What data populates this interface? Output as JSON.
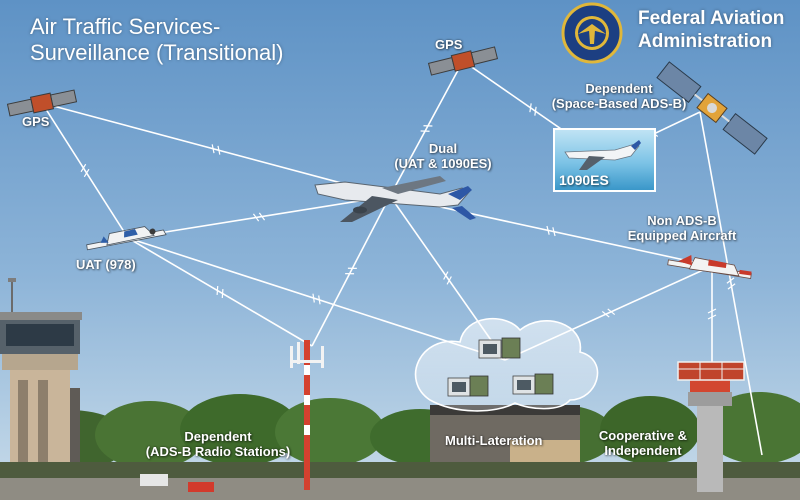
{
  "header": {
    "title_line1": "Air Traffic Services-",
    "title_line2": "Surveillance (Transitional)"
  },
  "agency": {
    "name_line1": "Federal Aviation",
    "name_line2": "Administration",
    "seal_icon": "faa-seal-icon"
  },
  "nodes": {
    "gps_left": {
      "label": "GPS",
      "icon": "gps-satellite-icon"
    },
    "gps_top": {
      "label": "GPS",
      "icon": "gps-satellite-icon"
    },
    "space_adsb": {
      "label_line1": "Dependent",
      "label_line2": "(Space-Based ADS-B)",
      "icon": "ads-b-satellite-icon"
    },
    "dual_aircraft": {
      "label_line1": "Dual",
      "label_line2": "(UAT & 1090ES)",
      "icon": "airliner-icon"
    },
    "es_aircraft": {
      "label": "1090ES",
      "icon": "airliner-photo-icon"
    },
    "uat_aircraft": {
      "label": "UAT (978)",
      "icon": "light-aircraft-icon"
    },
    "non_adsb_aircraft": {
      "label_line1": "Non ADS-B",
      "label_line2": "Equipped Aircraft",
      "icon": "light-aircraft-icon"
    },
    "radio_station": {
      "label_line1": "Dependent",
      "label_line2": "(ADS-B Radio Stations)",
      "icon": "radio-tower-icon"
    },
    "multilateration": {
      "label": "Multi-Lateration",
      "icon": "multilateration-cloud-icon"
    },
    "radar": {
      "label_line1": "Cooperative &",
      "label_line2": "Independent",
      "icon": "radar-tower-icon"
    }
  },
  "links": [
    [
      "gps_left",
      "dual_aircraft"
    ],
    [
      "gps_left",
      "uat_aircraft"
    ],
    [
      "gps_top",
      "dual_aircraft"
    ],
    [
      "gps_top",
      "es_aircraft"
    ],
    [
      "space_adsb",
      "es_aircraft"
    ],
    [
      "space_adsb",
      "radar_backhaul"
    ],
    [
      "dual_aircraft",
      "uat_aircraft"
    ],
    [
      "dual_aircraft",
      "non_adsb_aircraft"
    ],
    [
      "dual_aircraft",
      "radio_station"
    ],
    [
      "dual_aircraft",
      "multilateration"
    ],
    [
      "uat_aircraft",
      "radio_station"
    ],
    [
      "uat_aircraft",
      "multilateration"
    ],
    [
      "non_adsb_aircraft",
      "multilateration"
    ],
    [
      "non_adsb_aircraft",
      "radar"
    ]
  ],
  "colors": {
    "sky_top": "#5f93c6",
    "sky_bottom": "#c8dcea",
    "link_line": "#ffffff",
    "label_text": "#ffffff",
    "faa_seal_blue": "#1c3f82",
    "faa_seal_gold": "#e0b73a",
    "tree_green": "#3f6b2c"
  }
}
